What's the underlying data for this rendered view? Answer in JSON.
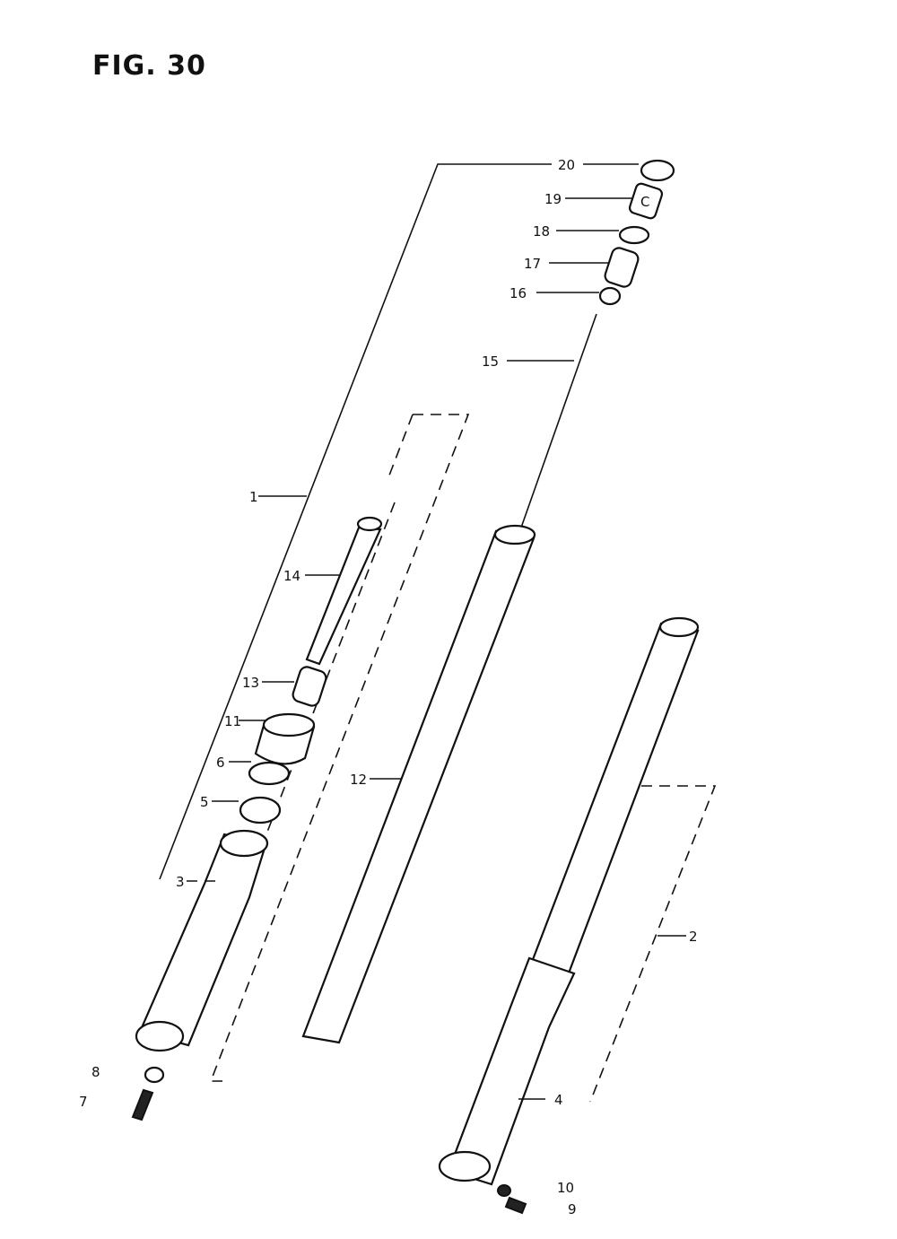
{
  "figure": {
    "title": "FIG. 30"
  },
  "callouts": [
    {
      "id": "1",
      "text": "1"
    },
    {
      "id": "2",
      "text": "2"
    },
    {
      "id": "3",
      "text": "3"
    },
    {
      "id": "4",
      "text": "4"
    },
    {
      "id": "5",
      "text": "5"
    },
    {
      "id": "6",
      "text": "6"
    },
    {
      "id": "7",
      "text": "7"
    },
    {
      "id": "8",
      "text": "8"
    },
    {
      "id": "9",
      "text": "9"
    },
    {
      "id": "10",
      "text": "10"
    },
    {
      "id": "11",
      "text": "11"
    },
    {
      "id": "12",
      "text": "12"
    },
    {
      "id": "13",
      "text": "13"
    },
    {
      "id": "14",
      "text": "14"
    },
    {
      "id": "15",
      "text": "15"
    },
    {
      "id": "16",
      "text": "16"
    },
    {
      "id": "17",
      "text": "17"
    },
    {
      "id": "18",
      "text": "18"
    },
    {
      "id": "19",
      "text": "19"
    },
    {
      "id": "20",
      "text": "20"
    }
  ]
}
